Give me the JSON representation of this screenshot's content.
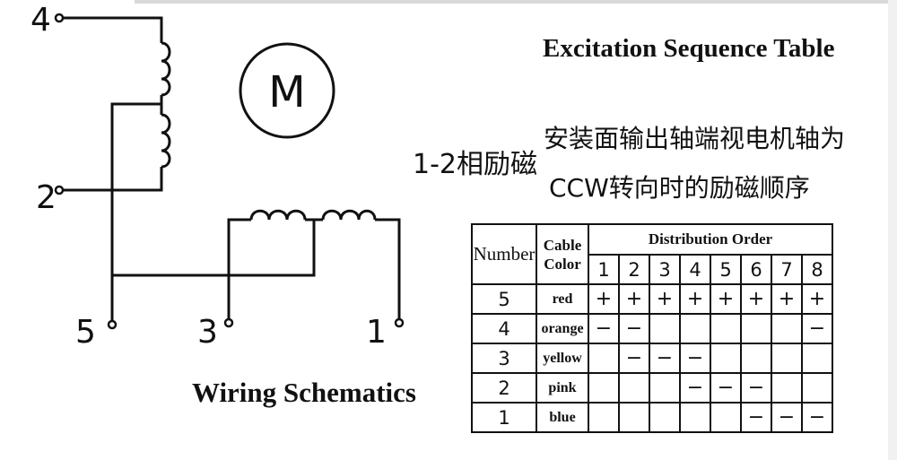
{
  "wiring": {
    "title": "Wiring Schematics",
    "motor_label": "M",
    "pins": {
      "p4": "4",
      "p2": "2",
      "p5": "5",
      "p3": "3",
      "p1": "1"
    }
  },
  "sequence": {
    "title": "Excitation Sequence Table",
    "mode_label": "1-2相励磁",
    "note_line1": "安装面输出轴端视电机轴为",
    "note_line2": "CCW转向时的励磁顺序",
    "table": {
      "header_number": "Number",
      "header_cable_color": "Cable Color",
      "header_distribution": "Distribution Order",
      "steps": [
        "1",
        "2",
        "3",
        "4",
        "5",
        "6",
        "7",
        "8"
      ],
      "rows": [
        {
          "number": "5",
          "color": "red",
          "marks": [
            "+",
            "+",
            "+",
            "+",
            "+",
            "+",
            "+",
            "+"
          ]
        },
        {
          "number": "4",
          "color": "orange",
          "marks": [
            "−",
            "−",
            "",
            "",
            "",
            "",
            "",
            "−"
          ]
        },
        {
          "number": "3",
          "color": "yellow",
          "marks": [
            "",
            "−",
            "−",
            "−",
            "",
            "",
            "",
            ""
          ]
        },
        {
          "number": "2",
          "color": "pink",
          "marks": [
            "",
            "",
            "",
            "−",
            "−",
            "−",
            "",
            ""
          ]
        },
        {
          "number": "1",
          "color": "blue",
          "marks": [
            "",
            "",
            "",
            "",
            "",
            "−",
            "−",
            "−"
          ]
        }
      ]
    }
  }
}
